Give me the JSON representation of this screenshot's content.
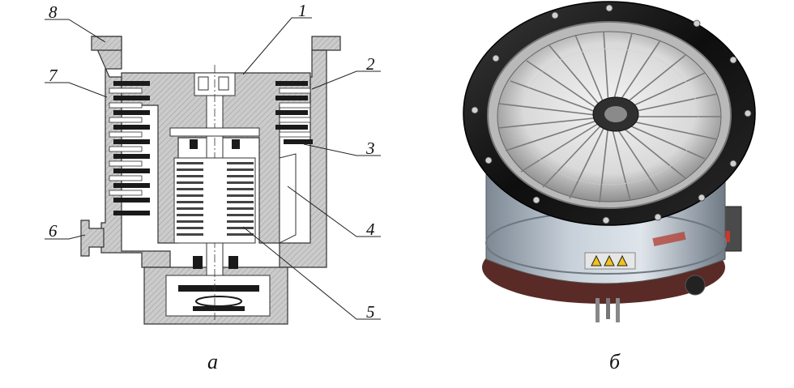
{
  "figure": {
    "callouts": [
      {
        "id": "1",
        "label": "1"
      },
      {
        "id": "2",
        "label": "2"
      },
      {
        "id": "3",
        "label": "3"
      },
      {
        "id": "4",
        "label": "4"
      },
      {
        "id": "5",
        "label": "5"
      },
      {
        "id": "6",
        "label": "6"
      },
      {
        "id": "7",
        "label": "7"
      },
      {
        "id": "8",
        "label": "8"
      }
    ],
    "captions": {
      "left": "а",
      "right": "б"
    },
    "colors": {
      "section_fill": "#c4c4c4",
      "blade": "#1a1a1a",
      "outline": "#333333",
      "steel": "#aeb6bf",
      "flange_dark": "#1c1c1c",
      "base_red": "#5a2a26"
    }
  }
}
